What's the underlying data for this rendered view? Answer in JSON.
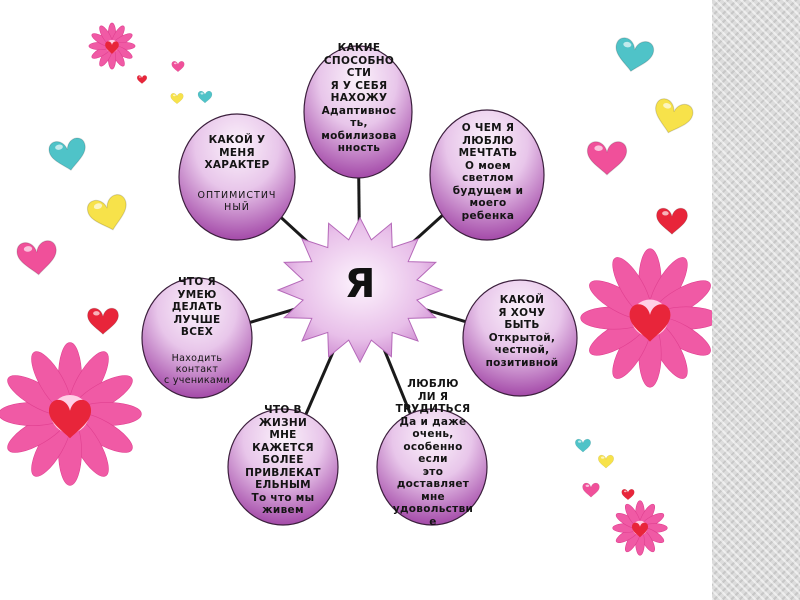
{
  "center": {
    "label": "Я"
  },
  "nodes": [
    {
      "question": "КАКИЕ\nСПОСОБНО\nСТИ\nЯ У СЕБЯ\nНАХОЖУ",
      "answer": "Адаптивнос\nть,\nмобилизова\nнность"
    },
    {
      "question": "О ЧЕМ Я\nЛЮБЛЮ\nМЕЧТАТЬ",
      "answer": "О моем\nсветлом\nбудущем и\nмоего\nребенка"
    },
    {
      "question": "КАКОЙ\nЯ ХОЧУ\nБЫТЬ",
      "answer": "Открытой,\nчестной,\nпозитивной"
    },
    {
      "question": "ЛЮБЛЮ\nЛИ Я\nТРУДИТЬСЯ",
      "answer": "Да и даже\nочень,\nособенно\nесли\nэто\nдоставляет\nмне\nудовольстви\nе"
    },
    {
      "question": "ЧТО В\nЖИЗНИ\nМНЕ\nКАЖЕТСЯ\nБОЛЕЕ\nПРИВЛЕКАТ\nЕЛЬНЫМ",
      "answer": "То что мы\nживем"
    },
    {
      "question": "ЧТО Я\nУМЕЮ\nДЕЛАТЬ\nЛУЧШЕ\nВСЕХ",
      "answer": "Находить\nконтакт\nс учениками"
    },
    {
      "question": "КАКОЙ У\nМЕНЯ\nХАРАКТЕР",
      "answer": "ОПТИМИСТИЧ\nНЫЙ"
    }
  ],
  "colors": {
    "bubble_light": "#f8ecf8",
    "bubble_dark": "#9b3aa0",
    "star_light": "#fbeefb",
    "star_dark": "#c576c8",
    "heart_pink": "#f0509a",
    "heart_teal": "#4fc3c8",
    "heart_yellow": "#f7e24a",
    "heart_red": "#e8253a",
    "flower_pink": "#f05aa5"
  }
}
